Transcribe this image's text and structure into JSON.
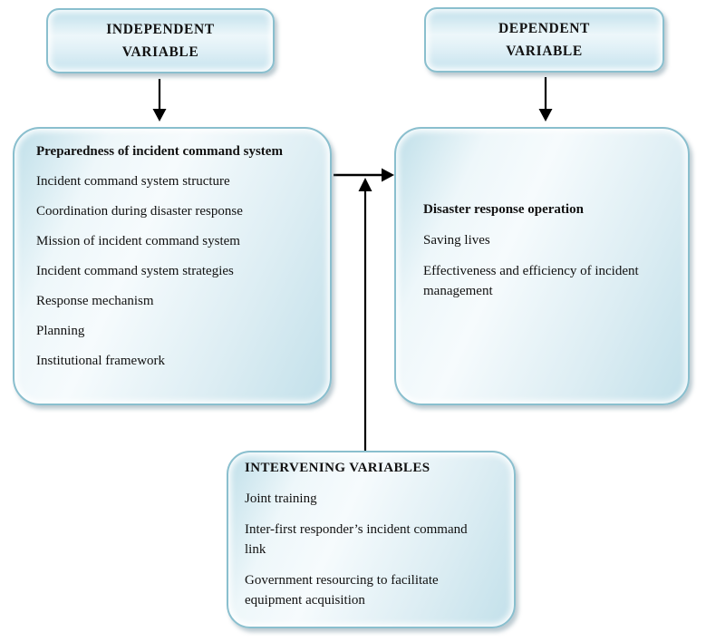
{
  "diagram": {
    "independent_box": {
      "label": "INDEPENDENT VARIABLE"
    },
    "dependent_box": {
      "label": "DEPENDENT VARIABLE"
    },
    "left_box": {
      "title": "Preparedness of incident command system",
      "items": [
        "Incident command system structure",
        "Coordination during disaster response",
        "Mission of incident command system",
        "Incident command system strategies",
        "Response mechanism",
        "Planning",
        "Institutional framework"
      ]
    },
    "right_box": {
      "title": "Disaster response operation",
      "items": [
        "Saving lives",
        "Effectiveness and efficiency of incident management"
      ]
    },
    "intervening_box": {
      "title": "INTERVENING VARIABLES",
      "items": [
        "Joint training",
        "Inter-first responder’s incident command link",
        "Government resourcing to facilitate equipment acquisition"
      ]
    },
    "colors": {
      "box_border": "#8abfce",
      "box_fill_light": "#f6fbfd",
      "box_fill_dark": "#c2e0ea",
      "arrow": "#000000",
      "text": "#111111",
      "background": "#ffffff"
    }
  }
}
